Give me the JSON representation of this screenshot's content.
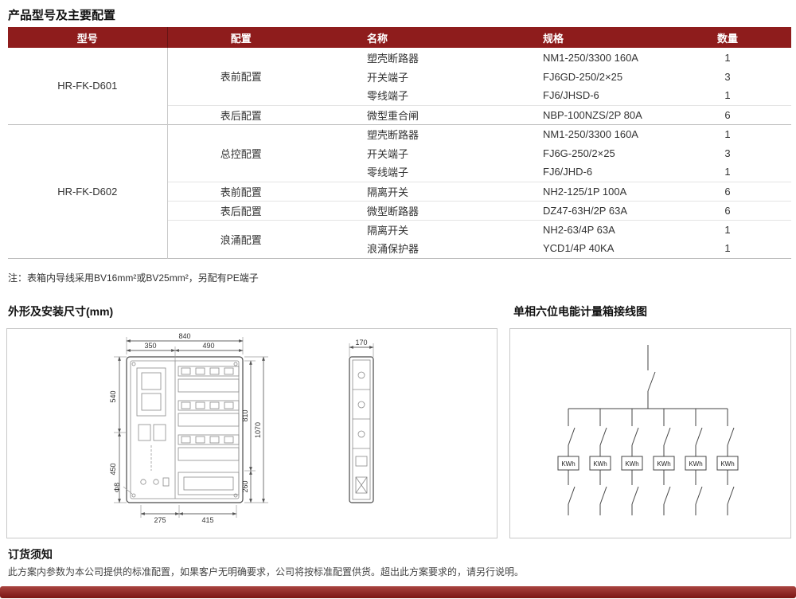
{
  "page": {
    "title": "产品型号及主要配置",
    "note": "注：表箱内导线采用BV16mm²或BV25mm²，另配有PE端子",
    "dim_section_title": "外形及安装尺寸(mm)",
    "wiring_section_title": "单相六位电能计量箱接线图",
    "order_title": "订货须知",
    "order_text": "此方案内参数为本公司提供的标准配置，如果客户无明确要求，公司将按标准配置供货。超出此方案要求的，请另行说明。"
  },
  "table": {
    "headers": [
      "型号",
      "配置",
      "名称",
      "规格",
      "数量"
    ],
    "groups": [
      {
        "model": "HR-FK-D601",
        "configs": [
          {
            "config": "表前配置",
            "rows": [
              {
                "name": "塑壳断路器",
                "spec": "NM1-250/3300 160A",
                "qty": "1"
              },
              {
                "name": "开关端子",
                "spec": "FJ6GD-250/2×25",
                "qty": "3"
              },
              {
                "name": "零线端子",
                "spec": "FJ6/JHSD-6",
                "qty": "1"
              }
            ]
          },
          {
            "config": "表后配置",
            "rows": [
              {
                "name": "微型重合闸",
                "spec": "NBP-100NZS/2P 80A",
                "qty": "6"
              }
            ]
          }
        ]
      },
      {
        "model": "HR-FK-D602",
        "configs": [
          {
            "config": "总控配置",
            "rows": [
              {
                "name": "塑壳断路器",
                "spec": "NM1-250/3300 160A",
                "qty": "1"
              },
              {
                "name": "开关端子",
                "spec": "FJ6G-250/2×25",
                "qty": "3"
              },
              {
                "name": "零线端子",
                "spec": "FJ6/JHD-6",
                "qty": "1"
              }
            ]
          },
          {
            "config": "表前配置",
            "rows": [
              {
                "name": "隔离开关",
                "spec": "NH2-125/1P 100A",
                "qty": "6"
              }
            ]
          },
          {
            "config": "表后配置",
            "rows": [
              {
                "name": "微型断路器",
                "spec": "DZ47-63H/2P 63A",
                "qty": "6"
              }
            ]
          },
          {
            "config": "浪涌配置",
            "rows": [
              {
                "name": "隔离开关",
                "spec": "NH2-63/4P 63A",
                "qty": "1"
              },
              {
                "name": "浪涌保护器",
                "spec": "YCD1/4P 40KA",
                "qty": "1"
              }
            ]
          }
        ]
      }
    ]
  },
  "dims": {
    "overall_w": "840",
    "left_w": "350",
    "right_w": "490",
    "side_w": "170",
    "upper_h": "540",
    "lower_h": "450",
    "inner_h": "810",
    "overall_h": "1070",
    "panel_h": "260",
    "bottom_a": "275",
    "bottom_b": "415",
    "hole": "Φ8"
  },
  "wiring": {
    "meter_label": "KWh",
    "branch_count": 6
  },
  "colors": {
    "header_bg": "#8e1c1c",
    "footer_top": "#a8433f",
    "footer_bottom": "#7c1715"
  }
}
